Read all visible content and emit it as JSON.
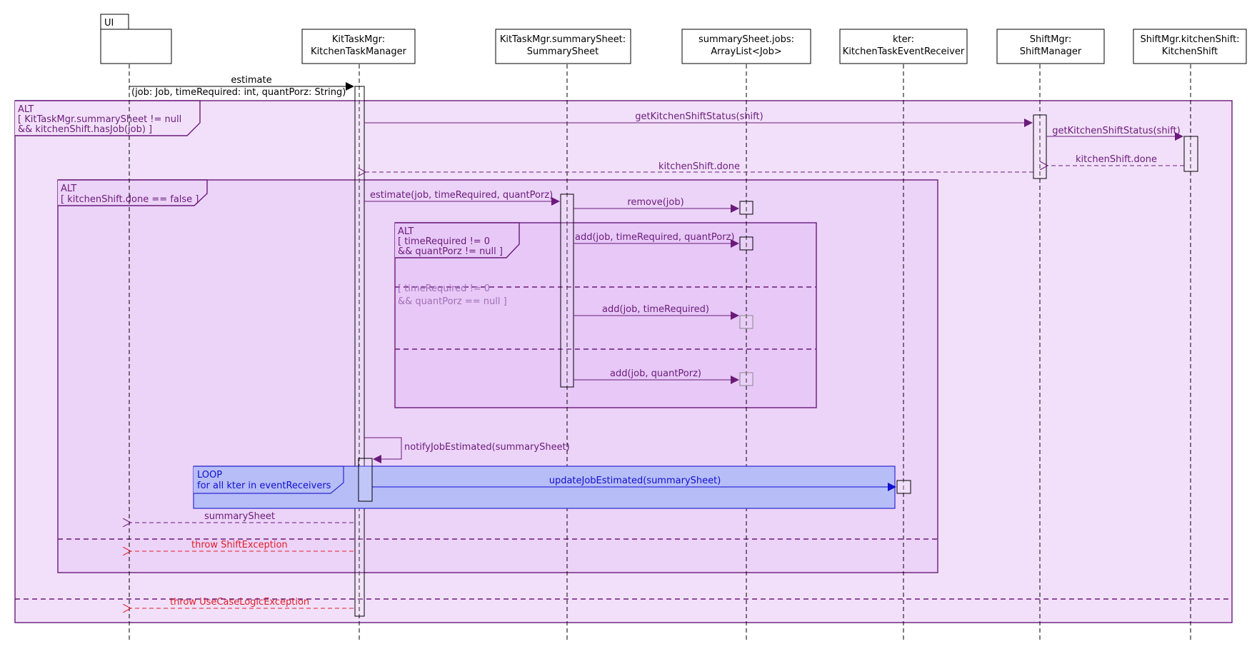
{
  "participants": {
    "ui": "UI",
    "kitmgr_l1": "KitTaskMgr:",
    "kitmgr_l2": "KitchenTaskManager",
    "sheet_l1": "KitTaskMgr.summarySheet:",
    "sheet_l2": "SummarySheet",
    "jobs_l1": "summarySheet.jobs:",
    "jobs_l2": "ArrayList<Job>",
    "kter_l1": "kter:",
    "kter_l2": "KitchenTaskEventReceiver",
    "shiftmgr_l1": "ShiftMgr:",
    "shiftmgr_l2": "ShiftManager",
    "kshift_l1": "ShiftMgr.kitchenShift:",
    "kshift_l2": "KitchenShift"
  },
  "messages": {
    "estimate_name": "estimate",
    "estimate_params": "(job: Job, timeRequired: int, quantPorz: String)",
    "get_status_1": "getKitchenShiftStatus(shift)",
    "get_status_2": "getKitchenShiftStatus(shift)",
    "done_return_1": "kitchenShift.done",
    "done_return_2": "kitchenShift.done",
    "estimate_call": "estimate(job, timeRequired, quantPorz)",
    "remove": "remove(job)",
    "add_full": "add(job, timeRequired, quantPorz)",
    "add_time": "add(job, timeRequired)",
    "add_porz": "add(job, quantPorz)",
    "notify": "notifyJobEstimated(summarySheet)",
    "update": "updateJobEstimated(summarySheet)",
    "return_sheet": "summarySheet",
    "throw_shift": "throw ShiftException",
    "throw_logic": "throw UseCaseLogicException"
  },
  "fragments": {
    "alt_outer_kw": "ALT",
    "alt_outer_g1": "[ KitTaskMgr.summarySheet != null",
    "alt_outer_g2": "&& kitchenShift.hasJob(job) ]",
    "alt_mid_kw": "ALT",
    "alt_mid_g1": "[ kitchenShift.done == false ]",
    "alt_inner_kw": "ALT",
    "alt_inner_g1": "[ timeRequired != 0",
    "alt_inner_g2": "&& quantPorz != null ]",
    "alt_inner_else_g1": "[ timeRequired != 0",
    "alt_inner_else_g2": "&& quantPorz == null ]",
    "loop_kw": "LOOP",
    "loop_g1": "for all kter in eventReceivers"
  },
  "colors": {
    "purple": "#6a1b7a",
    "outer_fill": "#f2e0fa",
    "mid_fill": "#ecd3f8",
    "inner_fill": "#e7c8f7",
    "loop_fill": "#b7bdf7",
    "loop_stroke": "#2a2ad0",
    "red": "#e0202a"
  }
}
